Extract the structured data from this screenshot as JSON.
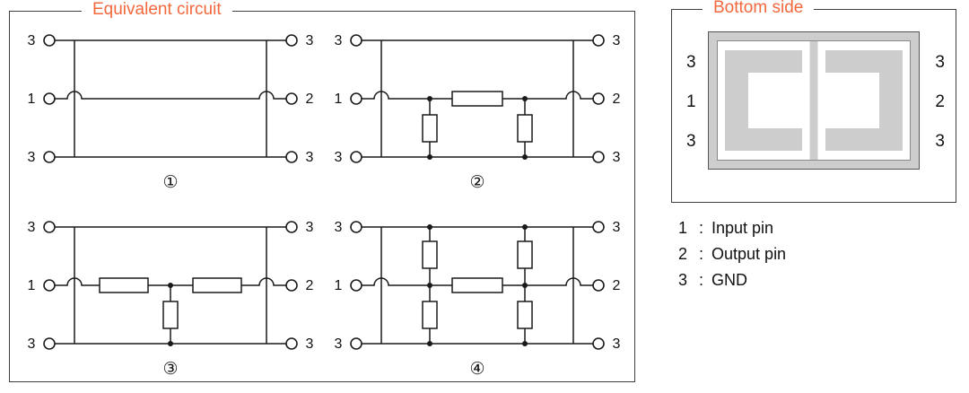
{
  "colors": {
    "accent": "#f2683c",
    "line": "#1a1a1a",
    "pad": "#cdcdcd"
  },
  "left_panel": {
    "title": "Equivalent circuit",
    "circuits": [
      {
        "number": "①",
        "pins": {
          "tl": "3",
          "ml": "1",
          "bl": "3",
          "tr": "3",
          "mr": "2",
          "br": "3"
        }
      },
      {
        "number": "②",
        "pins": {
          "tl": "3",
          "ml": "1",
          "bl": "3",
          "tr": "3",
          "mr": "2",
          "br": "3"
        }
      },
      {
        "number": "③",
        "pins": {
          "tl": "3",
          "ml": "1",
          "bl": "3",
          "tr": "3",
          "mr": "2",
          "br": "3"
        }
      },
      {
        "number": "④",
        "pins": {
          "tl": "3",
          "ml": "1",
          "bl": "3",
          "tr": "3",
          "mr": "2",
          "br": "3"
        }
      }
    ]
  },
  "right_panel": {
    "title": "Bottom side",
    "pins": {
      "tl": "3",
      "ml": "1",
      "bl": "3",
      "tr": "3",
      "mr": "2",
      "br": "3"
    }
  },
  "legend": {
    "items": [
      {
        "key": "1",
        "sep": ":",
        "label": "Input pin"
      },
      {
        "key": "2",
        "sep": ":",
        "label": "Output pin"
      },
      {
        "key": "3",
        "sep": ":",
        "label": "GND"
      }
    ]
  }
}
